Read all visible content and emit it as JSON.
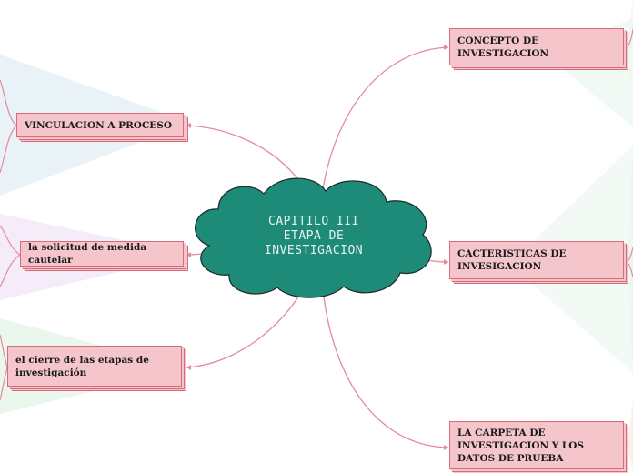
{
  "central": {
    "label": "CAPITILO III\n    ETAPA DE\n   INVESTIGACION",
    "fill": "#1e8a78"
  },
  "nodes": {
    "vinculacion": "VINCULACION A PROCESO",
    "medida_cautelar": "la solicitud de medida cautelar",
    "cierre": "el cierre de las etapas de investigación",
    "concepto": "CONCEPTO DE INVESTIGACION",
    "caracteristicas": "CACTERISTICAS DE INVESIGACION",
    "carpeta": "LA CARPETA DE INVESTIGACION Y LOS DATOS DE PRUEBA"
  },
  "colors": {
    "node_fill": "#f4c5cb",
    "node_border": "#d86b7a",
    "connector": "#e58b98"
  }
}
